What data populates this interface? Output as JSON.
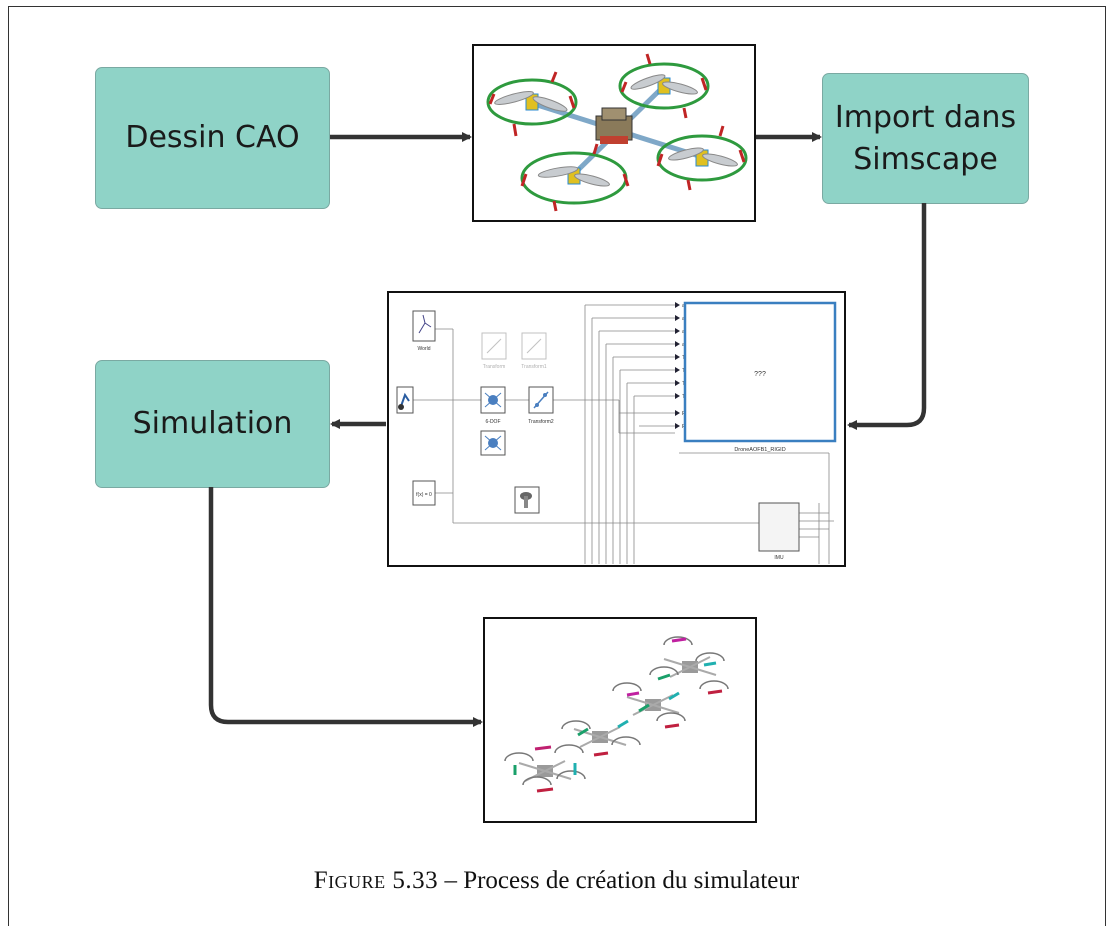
{
  "nodes": {
    "dessin": "Dessin CAO",
    "import_line1": "Import dans",
    "import_line2": "Simscape",
    "simulation": "Simulation"
  },
  "simulink": {
    "world": "World",
    "transform": "Transform",
    "transform1": "Transform1",
    "sixdof": "6-DOF",
    "transform2": "Transform2",
    "fx": "f(x) = 0",
    "drone_label": "???",
    "drone_name": "DroneAOFB1_RIGID",
    "imu": "IMU",
    "ports": [
      "a1",
      "a2",
      "a3",
      "a4",
      "T1",
      "T2",
      "T3",
      "T4",
      "F",
      "F1"
    ]
  },
  "caption": {
    "label": "Figure 5.33",
    "separator": "–",
    "text": "Process de création du simulateur"
  }
}
